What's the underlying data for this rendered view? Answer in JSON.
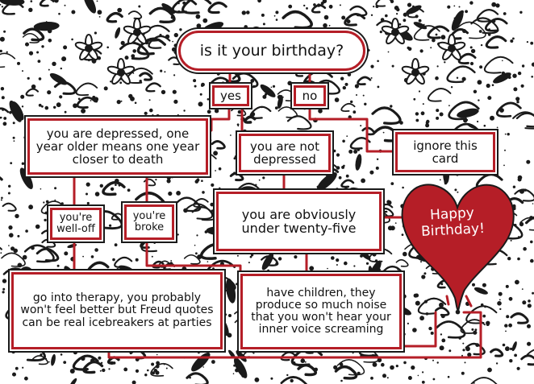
{
  "nodes": {
    "question": "is it your birthday?",
    "yes": "yes",
    "no": "no",
    "depressed": "you are depressed, one year older means one year closer to death",
    "not_depressed": "you are not depressed",
    "ignore": "ignore this card",
    "well_off": "you're well-off",
    "broke": "you're broke",
    "under_25": "you are obviously under twenty-five",
    "therapy": "go into therapy, you probably won't feel better but Freud quotes can be real icebreakers at parties",
    "children": "have children, they produce so much noise that you won't hear your inner voice screaming"
  },
  "heart": {
    "line1": "Happy",
    "line2": "Birthday!"
  },
  "colors": {
    "frame": "#b51e27",
    "heart": "#b51e27",
    "ink": "#1a1a1a"
  }
}
